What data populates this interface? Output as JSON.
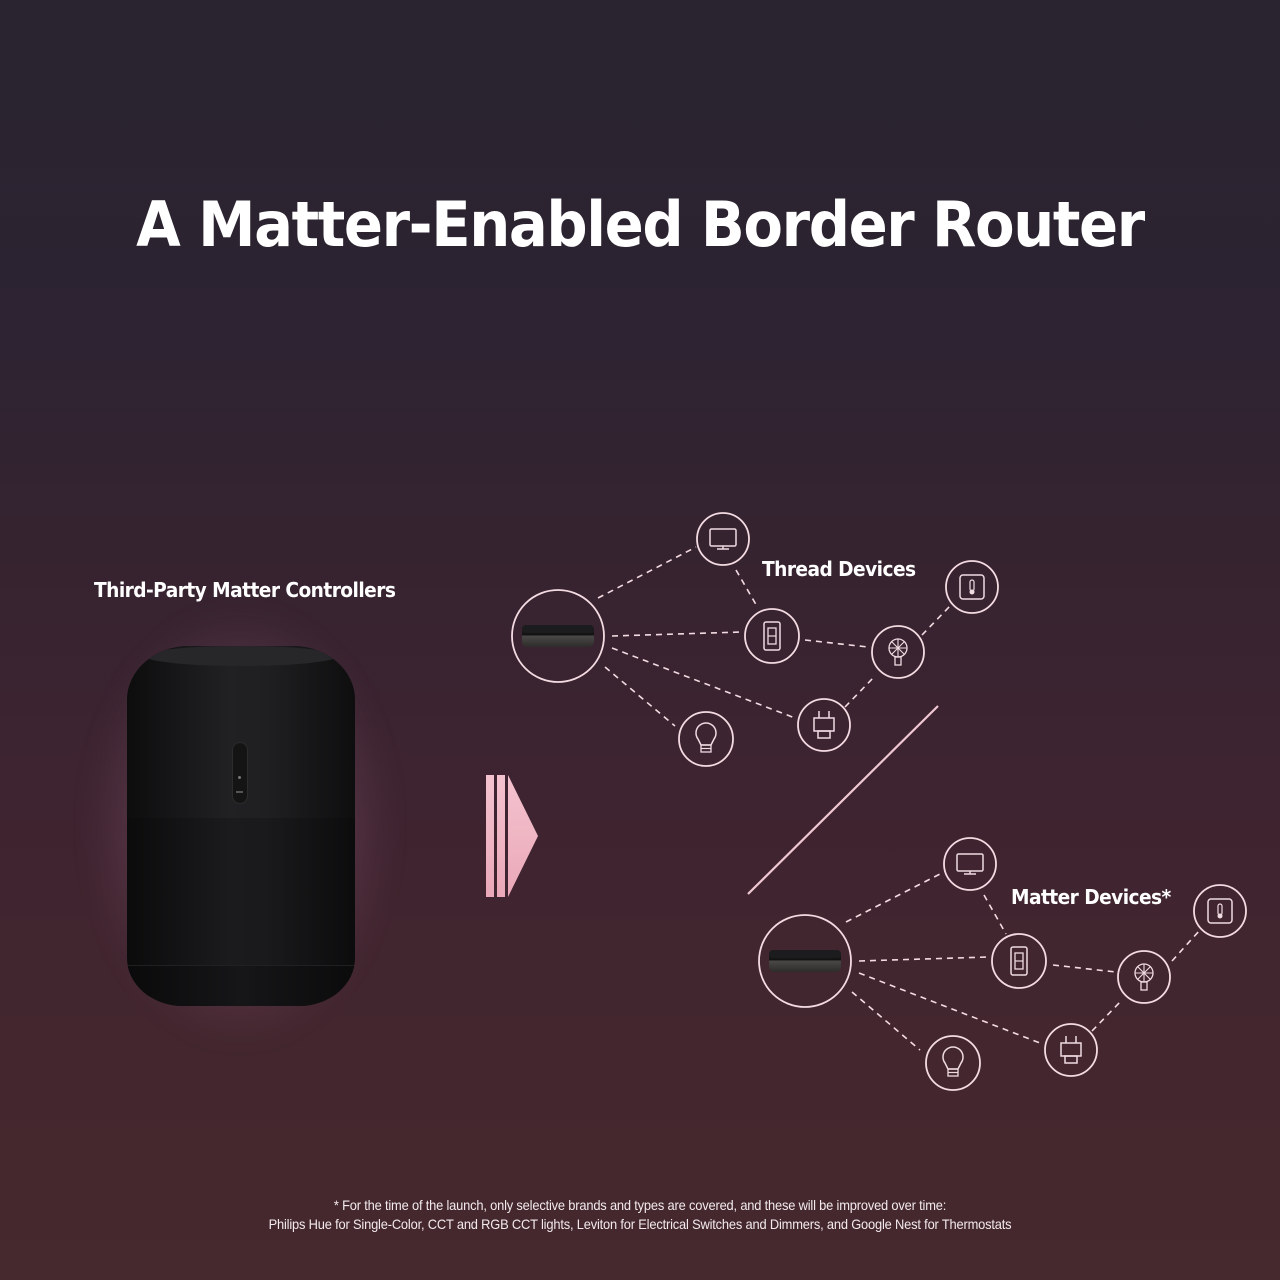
{
  "title": "A Matter-Enabled Border Router",
  "controllers": {
    "label": "Third-Party Matter Controllers",
    "device": "smart-speaker"
  },
  "arrow": {
    "color": "#f2b8c6",
    "icon": "forward-arrow-icon"
  },
  "groups": [
    {
      "label": "Thread Devices",
      "hub": "border-router-hub",
      "devices": [
        "tv-icon",
        "light-switch-icon",
        "fan-icon",
        "thermostat-icon",
        "smart-plug-icon",
        "light-bulb-icon"
      ]
    },
    {
      "label": "Matter Devices*",
      "hub": "border-router-hub",
      "devices": [
        "tv-icon",
        "light-switch-icon",
        "fan-icon",
        "thermostat-icon",
        "smart-plug-icon",
        "light-bulb-icon"
      ]
    }
  ],
  "footnote": {
    "line1": "* For the time of the launch, only selective brands and types are covered, and these will be improved over time:",
    "line2": "Philips Hue for Single-Color, CCT and RGB CCT lights, Leviton for Electrical Switches and Dimmers, and Google Nest for Thermostats"
  },
  "colors": {
    "bg_top": "#29242f",
    "bg_bottom": "#45292e",
    "line": "#f4d9e0",
    "accent_pink": "#f2b8c6"
  }
}
